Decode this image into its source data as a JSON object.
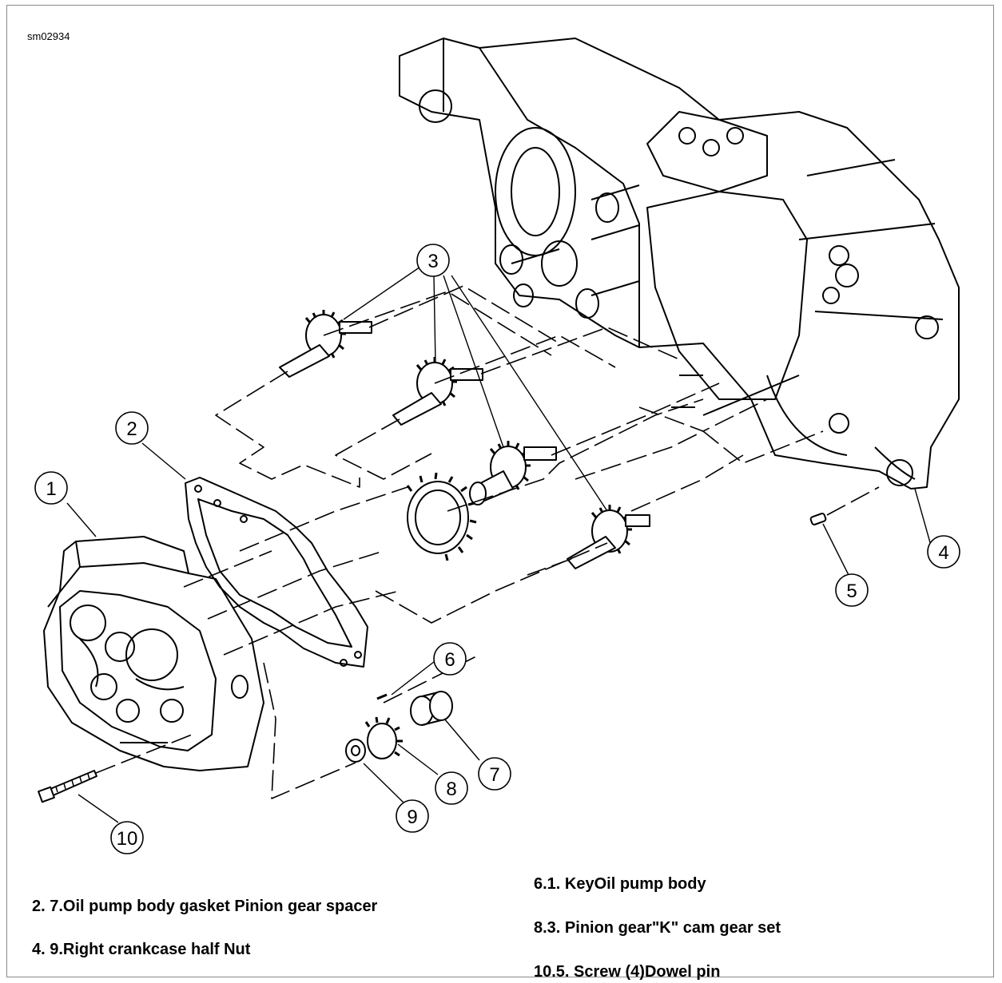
{
  "figure_id": "sm02934",
  "callouts": [
    "1",
    "2",
    "3",
    "4",
    "5",
    "6",
    "7",
    "8",
    "9",
    "10"
  ],
  "captions": {
    "left": [
      "2. 7.Oil pump body gasket Pinion gear spacer",
      "4. 9.Right crankcase half Nut"
    ],
    "right": [
      "6.1. KeyOil pump body",
      "8.3. Pinion gear\"K\" cam gear set",
      "10.5. Screw (4)Dowel pin"
    ]
  }
}
